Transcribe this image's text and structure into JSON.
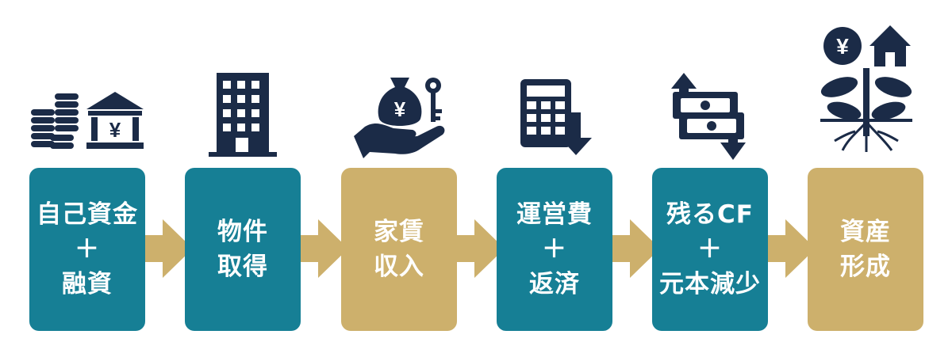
{
  "colors": {
    "teal": "#167f95",
    "gold": "#cdb06c",
    "navy": "#1b2b47",
    "arrow": "#cdb06c"
  },
  "steps": [
    {
      "label": "自己資金\n＋\n融資",
      "color": "teal",
      "icon": "coins-and-bank-icon",
      "icon_text": "¥"
    },
    {
      "label": "物件\n取得",
      "color": "teal",
      "icon": "building-icon"
    },
    {
      "label": "家賃\n収入",
      "color": "gold",
      "icon": "hand-moneybag-key-icon",
      "icon_text": "¥"
    },
    {
      "label": "運営費\n＋\n返済",
      "color": "teal",
      "icon": "calculator-down-arrow-icon"
    },
    {
      "label": "残るCF\n＋\n元本減少",
      "color": "teal",
      "icon": "cashflow-arrows-icon"
    },
    {
      "label": "資産\n形成",
      "color": "gold",
      "icon": "tree-yen-house-icon",
      "icon_text": "¥"
    }
  ]
}
